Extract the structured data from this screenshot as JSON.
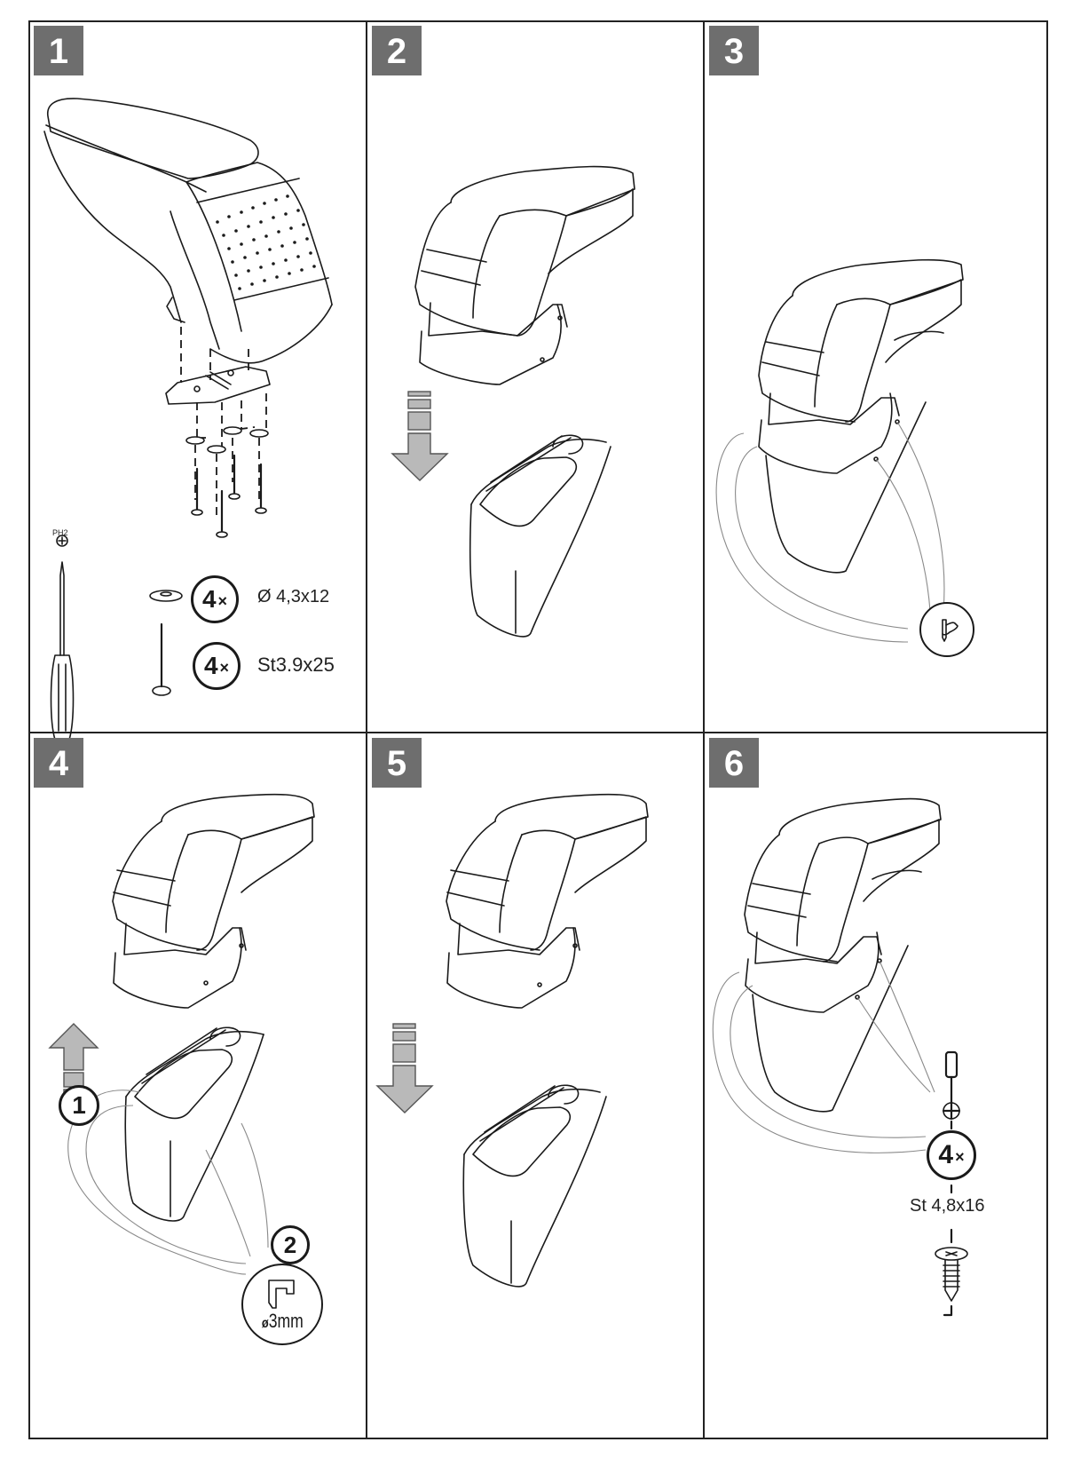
{
  "title": "Armrest installation instructions",
  "steps": [
    {
      "number": "1"
    },
    {
      "number": "2"
    },
    {
      "number": "3"
    },
    {
      "number": "4"
    },
    {
      "number": "5"
    },
    {
      "number": "6"
    }
  ],
  "step1": {
    "tool_label": "PH2",
    "washer_qty": "4",
    "washer_spec": "Ø 4,3x12",
    "screw_qty": "4",
    "screw_spec": "St3.9x25",
    "multiply_symbol": "×"
  },
  "step3": {
    "icon": "hand-writing-icon"
  },
  "step4": {
    "callout1": "1",
    "callout2": "2",
    "drill_label": "ø",
    "drill_size": "3mm"
  },
  "step6": {
    "screw_qty": "4",
    "multiply_symbol": "×",
    "screw_spec": "St 4,8x16"
  },
  "colors": {
    "badge": "#6e6e6e",
    "ink": "#1a1a1a",
    "arrow": "#b9b9b9"
  }
}
